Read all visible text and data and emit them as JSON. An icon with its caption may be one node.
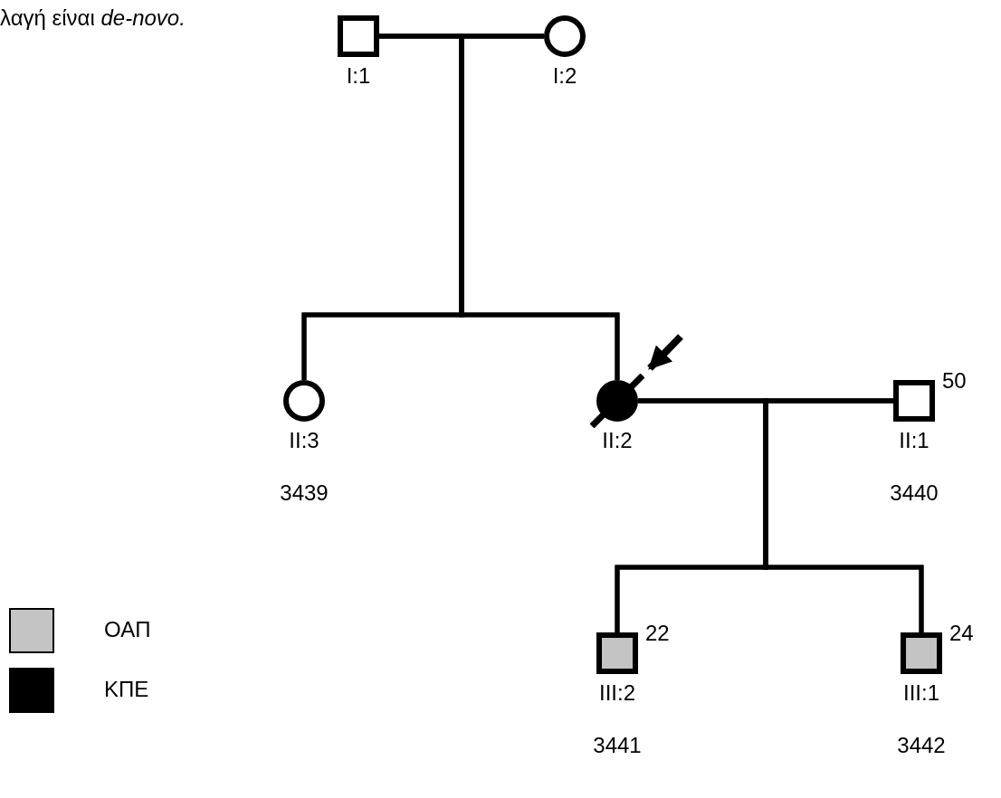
{
  "diagram": {
    "nodes": [
      {
        "text": [
          "I:1"
        ]
      },
      {
        "text": [
          "I:2"
        ]
      },
      {
        "text": [
          "II:3",
          "3439"
        ]
      },
      {
        "text": [
          "II:2"
        ]
      },
      {
        "text": [
          "II:1",
          "3440"
        ],
        "beside": [
          "50"
        ]
      },
      {
        "text": [
          "III:2",
          "3441"
        ],
        "beside": [
          "22"
        ]
      },
      {
        "text": [
          "III:1",
          "3442"
        ],
        "beside": [
          "24"
        ]
      }
    ],
    "edges": [
      {
        "from": 0,
        "to": 1,
        "arrow": "none"
      },
      {
        "from": 3,
        "to": 4,
        "arrow": "none"
      },
      {
        "from": 0,
        "to": 2,
        "arrow": "none"
      },
      {
        "from": 1,
        "to": 2,
        "arrow": "none"
      },
      {
        "from": 0,
        "to": 3,
        "arrow": "none"
      },
      {
        "from": 1,
        "to": 3,
        "arrow": "none"
      },
      {
        "from": 3,
        "to": 5,
        "arrow": "none"
      },
      {
        "from": 4,
        "to": 5,
        "arrow": "none"
      },
      {
        "from": 3,
        "to": 6,
        "arrow": "none"
      },
      {
        "from": 4,
        "to": 6,
        "arrow": "none"
      },
      {
        "from": null,
        "to": 3,
        "arrow": "to"
      }
    ],
    "labels": [
      "λαγή είναι *de-novo.*"
    ],
    "legend": [
      {
        "text": "ΟΑΠ",
        "color": "#c4c4c4"
      },
      {
        "text": "ΚΠΕ",
        "color": "#000000"
      }
    ]
  }
}
